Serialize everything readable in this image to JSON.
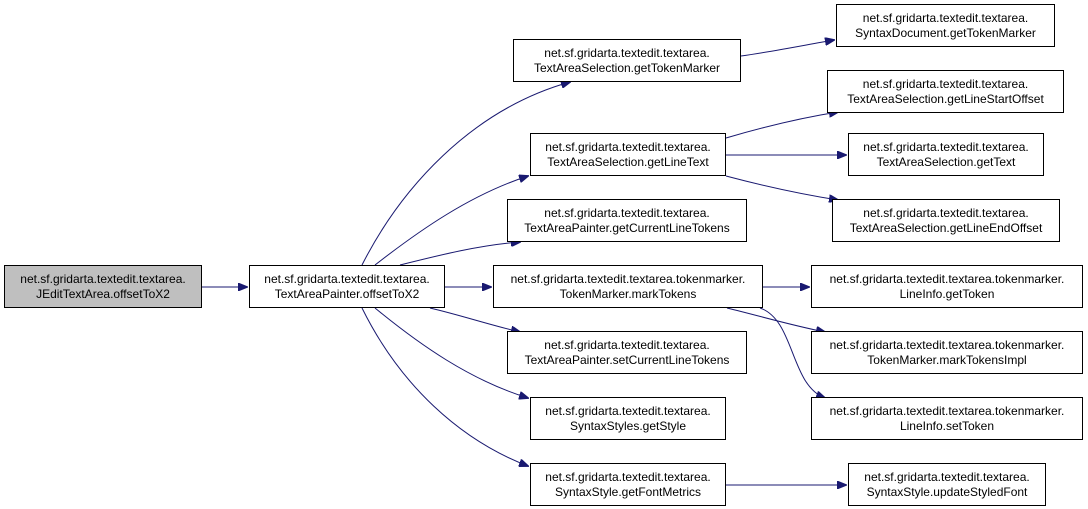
{
  "diagram": {
    "type": "call-graph",
    "edge_color": "#191970",
    "root_fill": "#bfbfbf",
    "node_fill": "#ffffff",
    "nodes": [
      {
        "id": "n0",
        "line1": "net.sf.gridarta.textedit.textarea.",
        "line2": "JEditTextArea.offsetToX2",
        "root": true
      },
      {
        "id": "n1",
        "line1": "net.sf.gridarta.textedit.textarea.",
        "line2": "TextAreaPainter.offsetToX2"
      },
      {
        "id": "n2",
        "line1": "net.sf.gridarta.textedit.textarea.",
        "line2": "TextAreaSelection.getTokenMarker"
      },
      {
        "id": "n3",
        "line1": "net.sf.gridarta.textedit.textarea.",
        "line2": "TextAreaSelection.getLineText"
      },
      {
        "id": "n4",
        "line1": "net.sf.gridarta.textedit.textarea.",
        "line2": "TextAreaPainter.getCurrentLineTokens"
      },
      {
        "id": "n5",
        "line1": "net.sf.gridarta.textedit.textarea.tokenmarker.",
        "line2": "TokenMarker.markTokens"
      },
      {
        "id": "n6",
        "line1": "net.sf.gridarta.textedit.textarea.",
        "line2": "TextAreaPainter.setCurrentLineTokens"
      },
      {
        "id": "n7",
        "line1": "net.sf.gridarta.textedit.textarea.",
        "line2": "SyntaxStyles.getStyle"
      },
      {
        "id": "n8",
        "line1": "net.sf.gridarta.textedit.textarea.",
        "line2": "SyntaxStyle.getFontMetrics"
      },
      {
        "id": "n9",
        "line1": "net.sf.gridarta.textedit.textarea.",
        "line2": "SyntaxDocument.getTokenMarker"
      },
      {
        "id": "n10",
        "line1": "net.sf.gridarta.textedit.textarea.",
        "line2": "TextAreaSelection.getLineStartOffset"
      },
      {
        "id": "n11",
        "line1": "net.sf.gridarta.textedit.textarea.",
        "line2": "TextAreaSelection.getText"
      },
      {
        "id": "n12",
        "line1": "net.sf.gridarta.textedit.textarea.",
        "line2": "TextAreaSelection.getLineEndOffset"
      },
      {
        "id": "n13",
        "line1": "net.sf.gridarta.textedit.textarea.tokenmarker.",
        "line2": "LineInfo.getToken"
      },
      {
        "id": "n14",
        "line1": "net.sf.gridarta.textedit.textarea.tokenmarker.",
        "line2": "TokenMarker.markTokensImpl"
      },
      {
        "id": "n15",
        "line1": "net.sf.gridarta.textedit.textarea.tokenmarker.",
        "line2": "LineInfo.setToken"
      },
      {
        "id": "n16",
        "line1": "net.sf.gridarta.textedit.textarea.",
        "line2": "SyntaxStyle.updateStyledFont"
      }
    ],
    "edges": [
      {
        "from": "n0",
        "to": "n1"
      },
      {
        "from": "n1",
        "to": "n2"
      },
      {
        "from": "n1",
        "to": "n3"
      },
      {
        "from": "n1",
        "to": "n4"
      },
      {
        "from": "n1",
        "to": "n5"
      },
      {
        "from": "n1",
        "to": "n6"
      },
      {
        "from": "n1",
        "to": "n7"
      },
      {
        "from": "n1",
        "to": "n8"
      },
      {
        "from": "n2",
        "to": "n9"
      },
      {
        "from": "n3",
        "to": "n10"
      },
      {
        "from": "n3",
        "to": "n11"
      },
      {
        "from": "n3",
        "to": "n12"
      },
      {
        "from": "n5",
        "to": "n13"
      },
      {
        "from": "n5",
        "to": "n14"
      },
      {
        "from": "n5",
        "to": "n15"
      },
      {
        "from": "n8",
        "to": "n16"
      }
    ]
  }
}
